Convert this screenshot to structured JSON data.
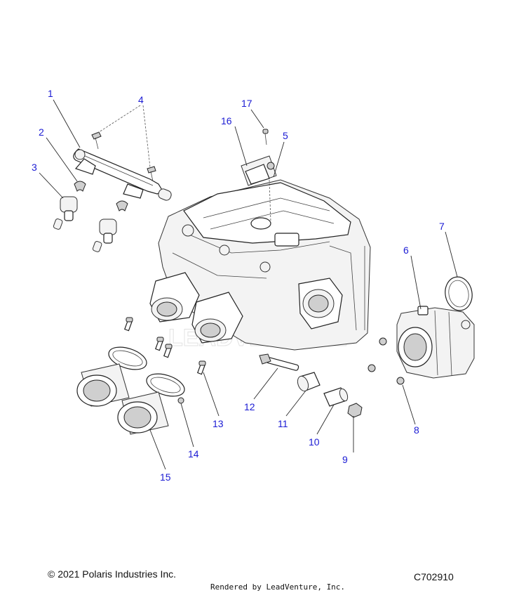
{
  "callouts": {
    "c1": "1",
    "c2": "2",
    "c3": "3",
    "c4": "4",
    "c5": "5",
    "c6": "6",
    "c7": "7",
    "c8": "8",
    "c9": "9",
    "c10": "10",
    "c11": "11",
    "c12": "12",
    "c13": "13",
    "c14": "14",
    "c15": "15",
    "c16": "16",
    "c17": "17"
  },
  "watermark": "LEADVENTURE",
  "footer": {
    "copyright": "© 2021 Polaris Industries Inc.",
    "diagram_id": "C702910",
    "rendered_by": "Rendered by LeadVenture, Inc."
  },
  "colors": {
    "callout": "#1b1bd4",
    "line": "#222222"
  }
}
